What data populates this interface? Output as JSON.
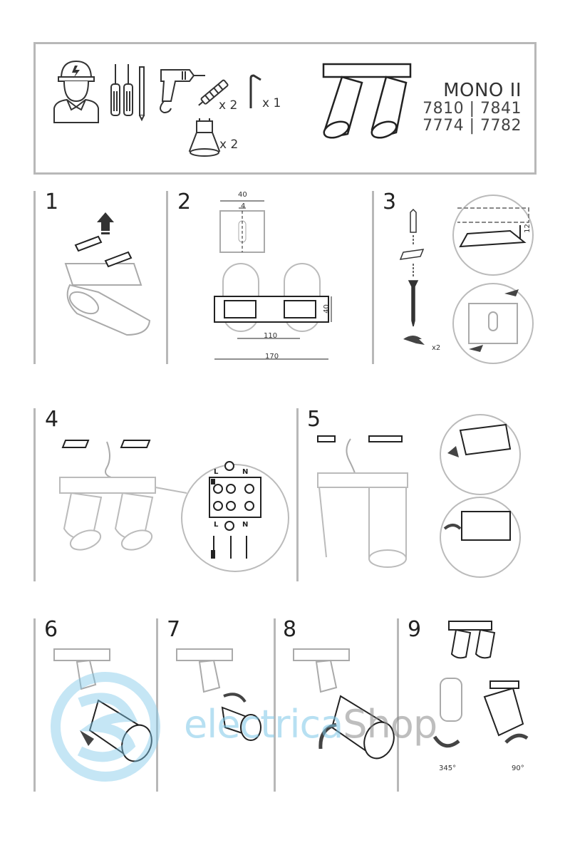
{
  "header": {
    "product_name": "MONO II",
    "codes_row1": "7810 | 7841",
    "codes_row2": "7774 | 7782",
    "wall_plug_qty": "x 2",
    "allen_key_qty": "x 1",
    "bulb_qty": "x 2"
  },
  "steps": [
    {
      "number": "1"
    },
    {
      "number": "2",
      "dim_bracket_width": "40",
      "dim_slot": "4",
      "dim_height": "40",
      "dim_spacing": "110",
      "dim_length": "170"
    },
    {
      "number": "3",
      "dim_gap": "12",
      "screw_qty": "x2"
    },
    {
      "number": "4",
      "terminal_l_top": "L",
      "terminal_n_top": "N",
      "terminal_l_bottom": "L",
      "terminal_n_bottom": "N"
    },
    {
      "number": "5"
    },
    {
      "number": "6"
    },
    {
      "number": "7"
    },
    {
      "number": "8"
    },
    {
      "number": "9",
      "angle_rotation": "345°",
      "angle_tilt": "90°"
    }
  ],
  "watermark": {
    "part1": "electrica",
    "part2": "Shop"
  },
  "colors": {
    "frame": "#b8b8b8",
    "line": "#222222",
    "watermark": "#7ec8e8"
  }
}
